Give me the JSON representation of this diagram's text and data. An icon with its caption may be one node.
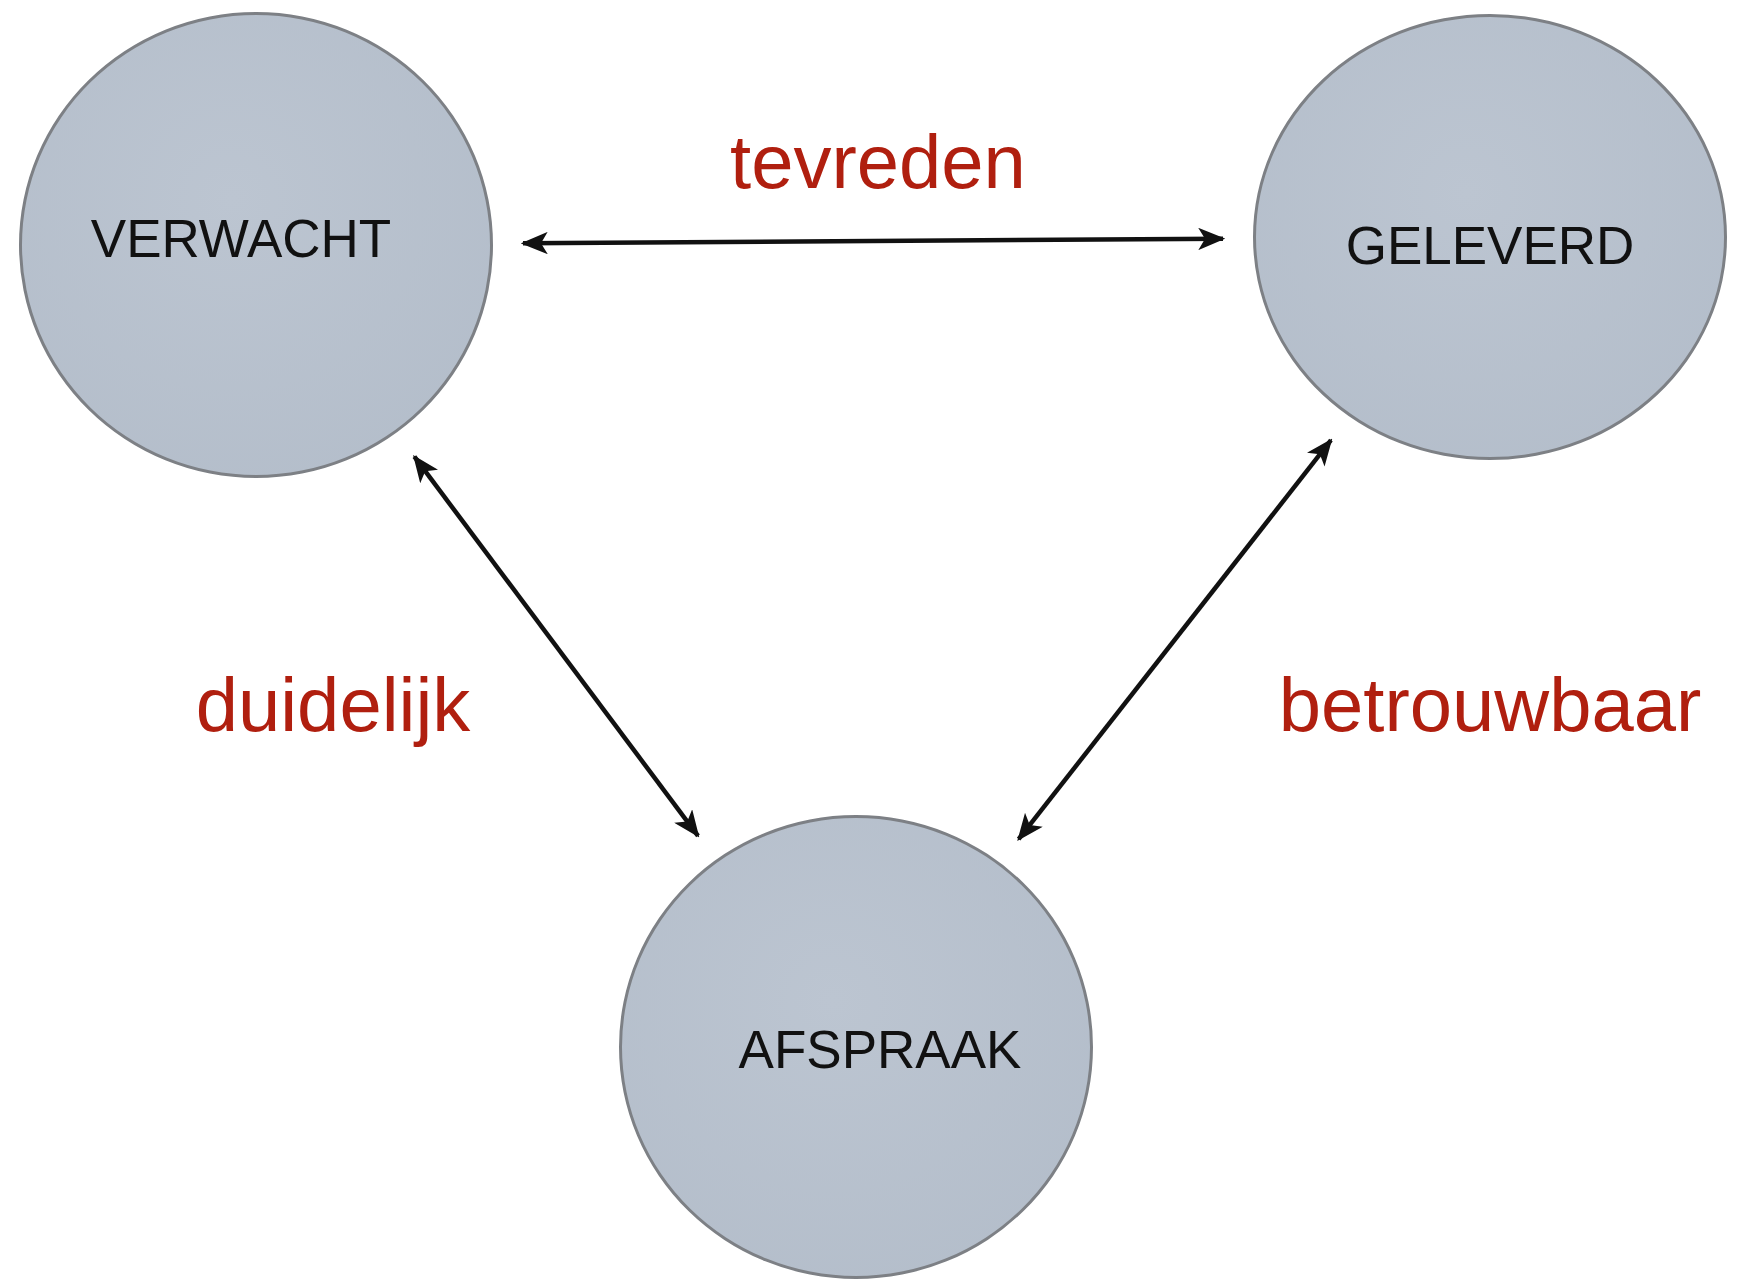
{
  "diagram": {
    "nodes": [
      {
        "text": [
          "VERWACHT"
        ]
      },
      {
        "text": [
          "GELEVERD"
        ]
      },
      {
        "text": [
          "AFSPRAAK"
        ]
      }
    ],
    "edges": [
      {
        "from": 0,
        "to": 1,
        "arrow": "both",
        "label": "tevreden"
      },
      {
        "from": 0,
        "to": 2,
        "arrow": "both",
        "label": "duidelijk"
      },
      {
        "from": 1,
        "to": 2,
        "arrow": "both",
        "label": "betrouwbaar"
      }
    ]
  }
}
